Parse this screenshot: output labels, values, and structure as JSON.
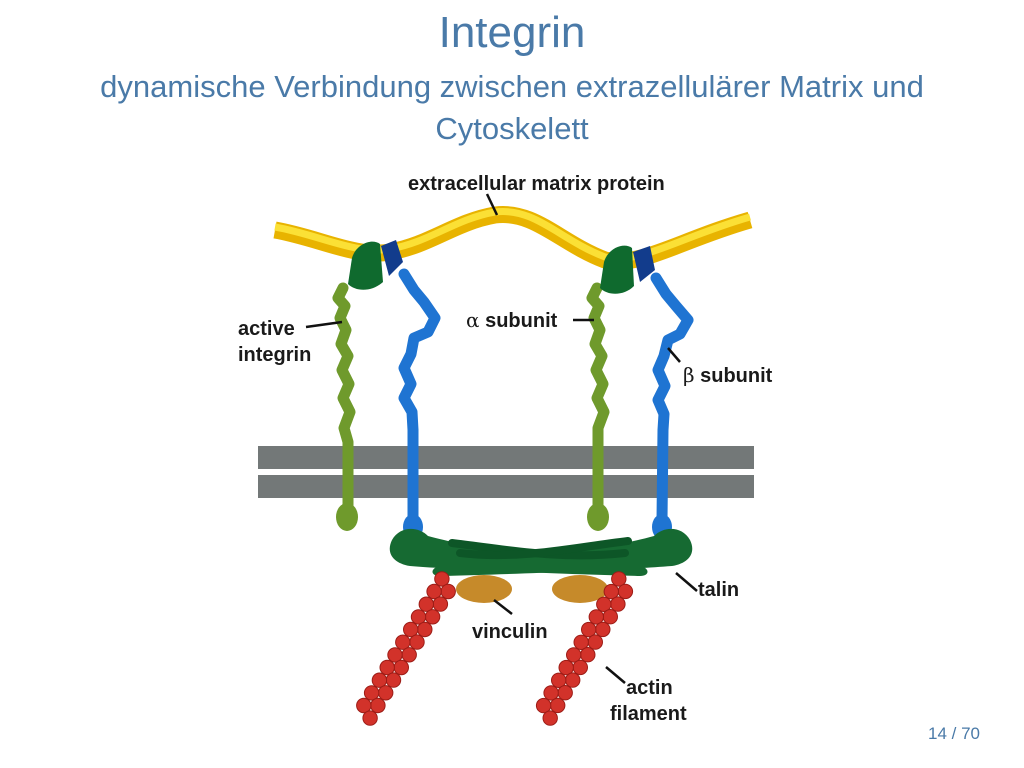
{
  "slide": {
    "title": "Integrin",
    "subtitle": "dynamische Verbindung zwischen extrazellulärer Matrix und Cytoskelett",
    "page_number": "14 / 70"
  },
  "diagram": {
    "labels": {
      "ecm_protein": "extracellular matrix protein",
      "active_integrin_line1": "active",
      "active_integrin_line2": "integrin",
      "alpha_symbol": "α",
      "alpha_text": " subunit",
      "beta_symbol": "β",
      "beta_text": " subunit",
      "talin": "talin",
      "vinculin": "vinculin",
      "actin_line1": "actin",
      "actin_line2": "filament"
    },
    "colors": {
      "ecm_protein": "#f5c800",
      "alpha_subunit": "#6f9a2c",
      "beta_subunit": "#1f74d2",
      "integrin_head": "#0f6a2e",
      "beta_head": "#123c8c",
      "membrane": "#737878",
      "talin": "#166a32",
      "vinculin": "#c68a2a",
      "actin": "#d2322a"
    }
  }
}
